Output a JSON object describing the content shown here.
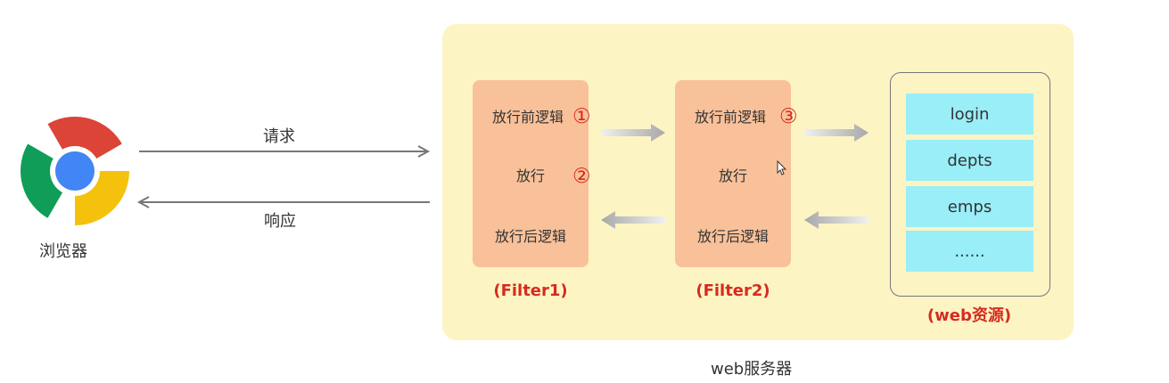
{
  "browser": {
    "label": "浏览器"
  },
  "arrows": {
    "request_label": "请求",
    "response_label": "响应"
  },
  "server": {
    "label": "web服务器"
  },
  "filters": [
    {
      "name": "(Filter1)",
      "pre": "放行前逻辑",
      "pass": "放行",
      "post": "放行后逻辑",
      "pre_marker": "①",
      "pass_marker": "②"
    },
    {
      "name": "(Filter2)",
      "pre": "放行前逻辑",
      "pass": "放行",
      "post": "放行后逻辑",
      "pre_marker": "③"
    }
  ],
  "resources": {
    "name": "(web资源)",
    "items": [
      "login",
      "depts",
      "emps",
      "......"
    ]
  },
  "colors": {
    "server_bg": "#fdf4c4",
    "filter_bg": "#f9c199",
    "resource_bg": "#99eef8",
    "marker": "#d62b1f"
  }
}
